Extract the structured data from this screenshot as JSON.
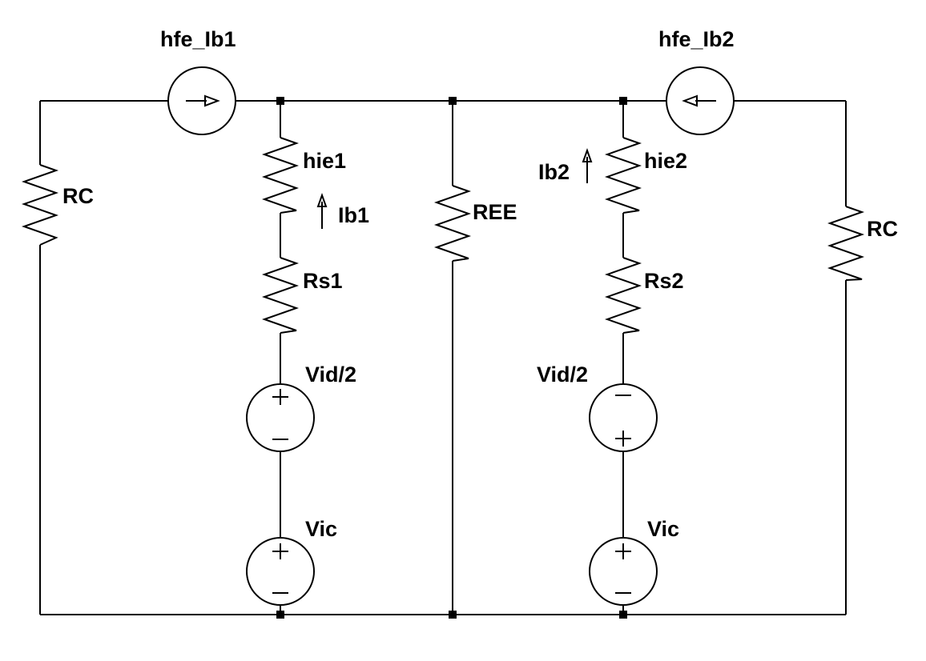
{
  "labels": {
    "src_left": "hfe_Ib1",
    "src_right": "hfe_Ib2",
    "rc_left": "RC",
    "rc_right": "RC",
    "hie1": "hie1",
    "hie2": "hie2",
    "ib1": "Ib1",
    "ib2": "Ib2",
    "ree": "REE",
    "rs1": "Rs1",
    "rs2": "Rs2",
    "vid_left": "Vid/2",
    "vid_right": "Vid/2",
    "vic_left": "Vic",
    "vic_right": "Vic"
  }
}
